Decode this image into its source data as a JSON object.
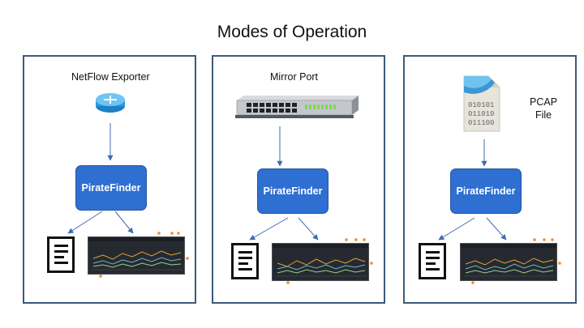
{
  "title": "Modes of Operation",
  "panels": [
    {
      "label": "NetFlow Exporter",
      "icon": "router-icon",
      "processor": "PirateFinder",
      "outputs": [
        "document-icon",
        "dashboard-screenshot"
      ]
    },
    {
      "label": "Mirror Port",
      "icon": "network-switch-icon",
      "processor": "PirateFinder",
      "outputs": [
        "document-icon",
        "dashboard-screenshot"
      ]
    },
    {
      "label": "PCAP File",
      "label_lines": [
        "PCAP",
        "File"
      ],
      "icon": "pcap-file-icon",
      "file_bits": [
        "010101",
        "011010",
        "011100"
      ],
      "processor": "PirateFinder",
      "outputs": [
        "document-icon",
        "dashboard-screenshot"
      ]
    }
  ],
  "colors": {
    "panel_border": "#3c5a7c",
    "processor_fill": "#2f6fd1",
    "arrow": "#3f6bb0",
    "dashboard_bg": "#262a30",
    "highlight_dots": "#f28c28"
  }
}
